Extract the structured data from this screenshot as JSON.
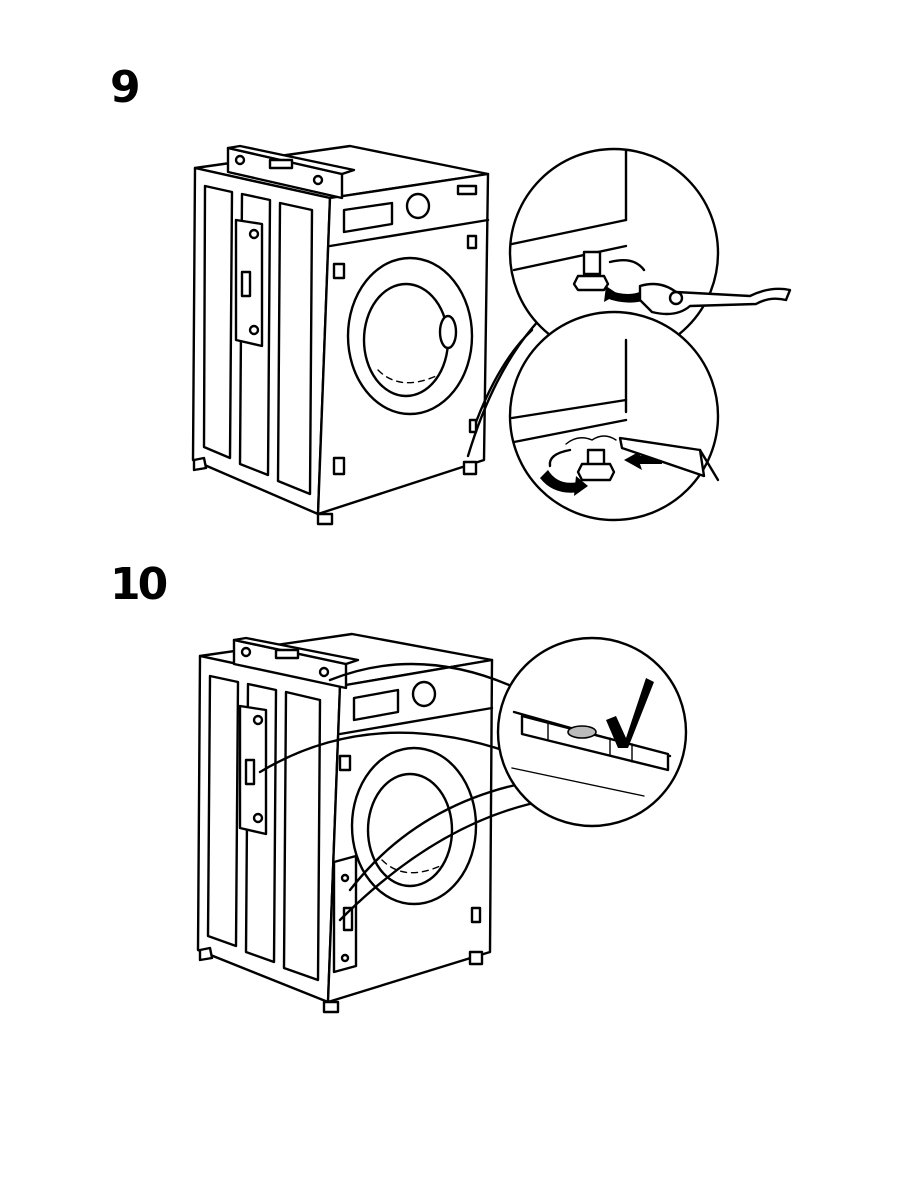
{
  "steps": [
    {
      "number": "9",
      "illustration": "washing-machine-leveling-adjust-feet"
    },
    {
      "number": "10",
      "illustration": "washing-machine-level-check-ok"
    }
  ],
  "icons": {
    "rotate_arrow": "rotate-arrow-icon",
    "push_arrow": "push-arrow-icon",
    "checkmark": "checkmark-icon"
  },
  "colors": {
    "line": "#000000",
    "background": "#ffffff",
    "bubble": "#bbbbbb"
  }
}
